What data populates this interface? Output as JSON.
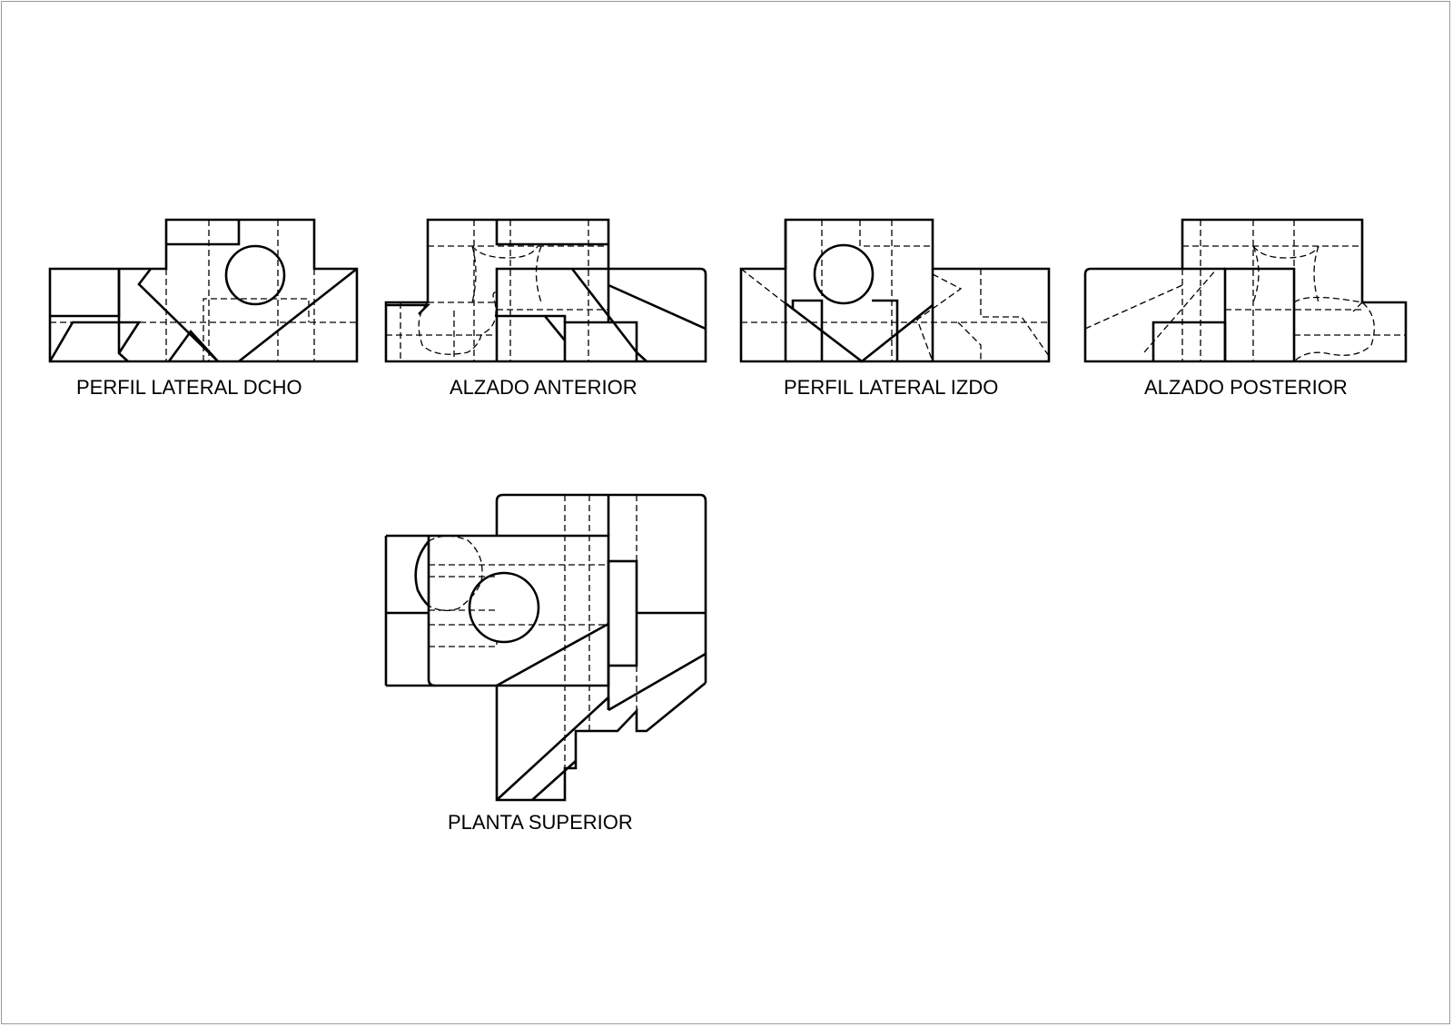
{
  "views": {
    "right_side": {
      "label": "PERFIL LATERAL DCHO"
    },
    "front": {
      "label": "ALZADO ANTERIOR"
    },
    "left_side": {
      "label": "PERFIL LATERAL IZDO"
    },
    "rear": {
      "label": "ALZADO POSTERIOR"
    },
    "top": {
      "label": "PLANTA SUPERIOR"
    }
  },
  "colors": {
    "line": "#000000",
    "background": "#ffffff",
    "border": "#9a9a9a"
  }
}
